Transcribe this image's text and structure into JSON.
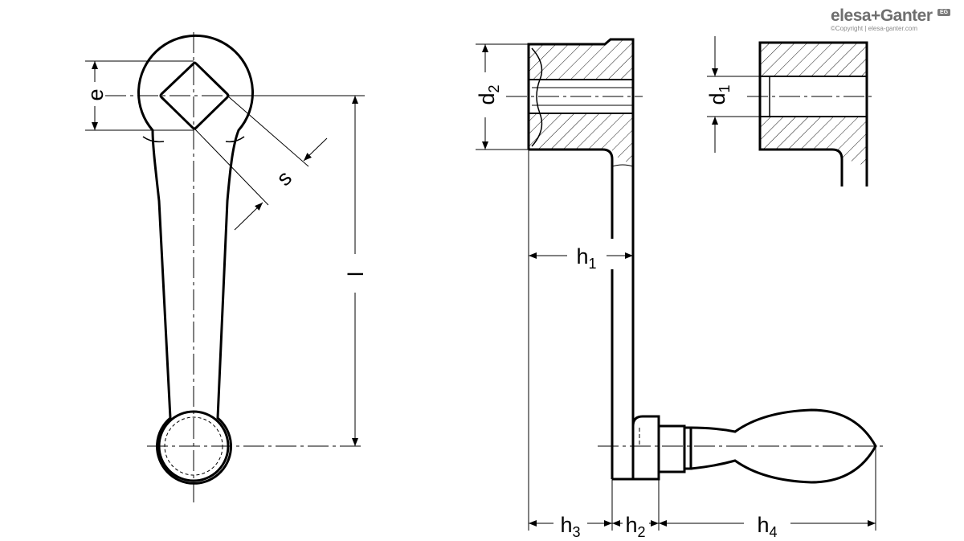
{
  "brand": {
    "name": "elesa+Ganter",
    "copyright": "©Copyright | elesa-ganter.com",
    "badge": "EG"
  },
  "dimensions": {
    "e": "e",
    "s": "s",
    "l": "l",
    "d2": {
      "base": "d",
      "sub": "2"
    },
    "d1": {
      "base": "d",
      "sub": "1"
    },
    "h1": {
      "base": "h",
      "sub": "1"
    },
    "h2": {
      "base": "h",
      "sub": "2"
    },
    "h3": {
      "base": "h",
      "sub": "3"
    },
    "h4": {
      "base": "h",
      "sub": "4"
    }
  }
}
